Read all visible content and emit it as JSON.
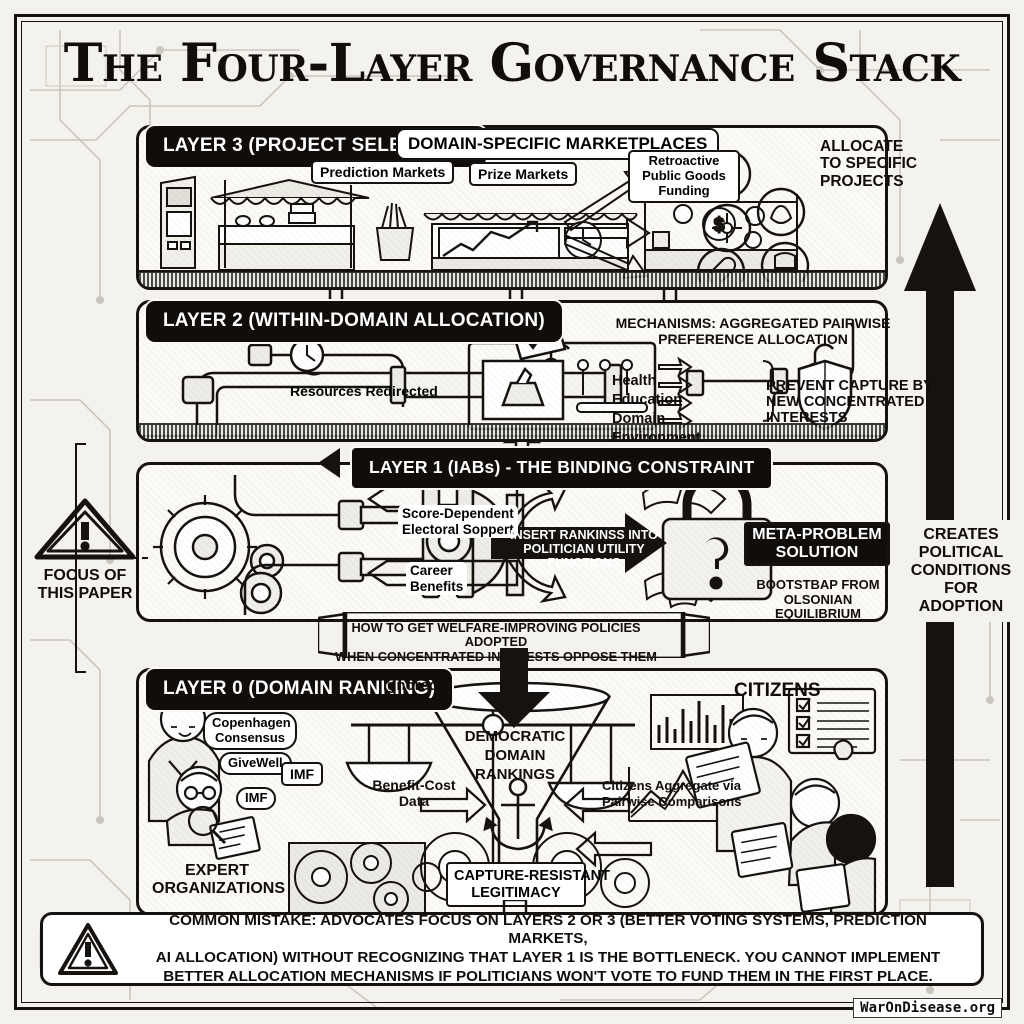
{
  "title": "The Four-Layer Governance Stack",
  "watermark": "WarOnDisease.org",
  "side_notes": {
    "left": {
      "line1": "FOCUS OF",
      "line2": "THIS PAPER",
      "icon": "warning-triangle-icon"
    },
    "right": {
      "line1": "CREATES",
      "line2": "POLITICAL",
      "line3": "CONDITIONS",
      "line4": "FOR ADOPTION",
      "icon": "up-arrow-icon"
    }
  },
  "layer3": {
    "badge": "LAYER 3 (PROJECT SELECTION)",
    "header": "DOMAIN-SPECIFIC MARKETPLACES",
    "stalls": [
      {
        "label": "Prediction Markets",
        "icon": "trend-chart-stall-icon"
      },
      {
        "label": "Prize Markets",
        "icon": "trophy-stall-icon"
      },
      {
        "label": "Retroactive Public Goods Funding",
        "icon": "gear-dollar-stall-icon"
      }
    ],
    "allocate": {
      "line1": "ALLOCATE",
      "line2": "TO SPECIFIC",
      "line3": "PROJECTS"
    },
    "project_icons": [
      "lightbulb-icon",
      "molecule-icon",
      "heart-in-hand-icon",
      "pills-icon",
      "open-book-icon"
    ]
  },
  "layer2": {
    "badge": "LAYER 2 (WITHIN-DOMAIN ALLOCATION)",
    "pipe_label": "Resources Redirected",
    "mechanisms": {
      "line1": "MECHANISMS: AGGREGATED PAIRWISE",
      "line2": "PREFERENCE ALLOCATION"
    },
    "domains": [
      "Health",
      "Education",
      "Domain",
      "Environment"
    ],
    "shield": {
      "icon": "shield-icon",
      "line1": "PREVENT CAPTURE BY",
      "line2": "NEW CONCENTRATED",
      "line3": "INTERESTS"
    }
  },
  "layer1": {
    "badge": "LAYER 1 (IABs) - THE BINDING CONSTRAINT",
    "incentive_top": {
      "line1": "Score-Dependent",
      "line2": "Electoral Soppert"
    },
    "incentive_bottom": {
      "line1": "Career",
      "line2": "Benefits"
    },
    "arrow_text": {
      "line1": "INSERT RANKINSS INTO",
      "line2": "POLITICIAN UTILITY FUNCTIONS"
    },
    "lock_icon": "padlock-question-icon",
    "meta": {
      "line1": "META-PROBLEM",
      "line2": "SOLUTION"
    },
    "meta_sub": {
      "line1": "BOOTSTBAP FROM",
      "line2": "OLSONIAN EQUILIBRIUM"
    },
    "ribbon": {
      "line1": "HOW TO GET WELFARE-IMPROVING POLICIES ADOPTED",
      "line2": "WHEN CONCENTRATED INTERESTS OPPOSE THEM"
    }
  },
  "layer0": {
    "badge": "LAYER 0 (DOMAIN RANKING)",
    "ignored": "Ignored",
    "orgs": [
      "Copenhagen Consensus",
      "GiveWell",
      "IMF"
    ],
    "scale_left_label": "IMF",
    "benefit_cost": {
      "line1": "Benefit-Cost",
      "line2": "Data"
    },
    "experts": {
      "line1": "EXPERT",
      "line2": "ORGANIZATIONS"
    },
    "funnel": {
      "line1": "DEMOCRATIC",
      "line2": "DOMAIN",
      "line3": "RANKINGS",
      "icon": "anchor-icon"
    },
    "legitimacy": {
      "line1": "CAPTURE-RESISTANT",
      "line2": "LEGITIMACY"
    },
    "citizens_heading": "CITIZENS",
    "citizens_note": {
      "line1": "Citizens Aggregate via",
      "line2": "Pairwise Comparisons"
    }
  },
  "bottom_warning": {
    "icon": "warning-triangle-icon",
    "line1": "COMMON MISTAKE: ADVOCATES FOCUS ON LAYERS 2 OR 3 (BETTER VOTING SYSTEMS, PREDICTION MARKETS,",
    "line2": "AI ALLOCATION) WITHOUT RECOGNIZING THAT LAYER 1 IS THE BOTTLENECK. YOU CANNOT IMPLEMENT",
    "line3": "BETTER ALLOCATION MECHANISMS IF POLITICIANS WON'T VOTE TO FUND THEM IN THE FIRST PLACE."
  },
  "colors": {
    "ink": "#15120f",
    "paper": "#f4f2ec",
    "panel": "#fbfaf7"
  }
}
